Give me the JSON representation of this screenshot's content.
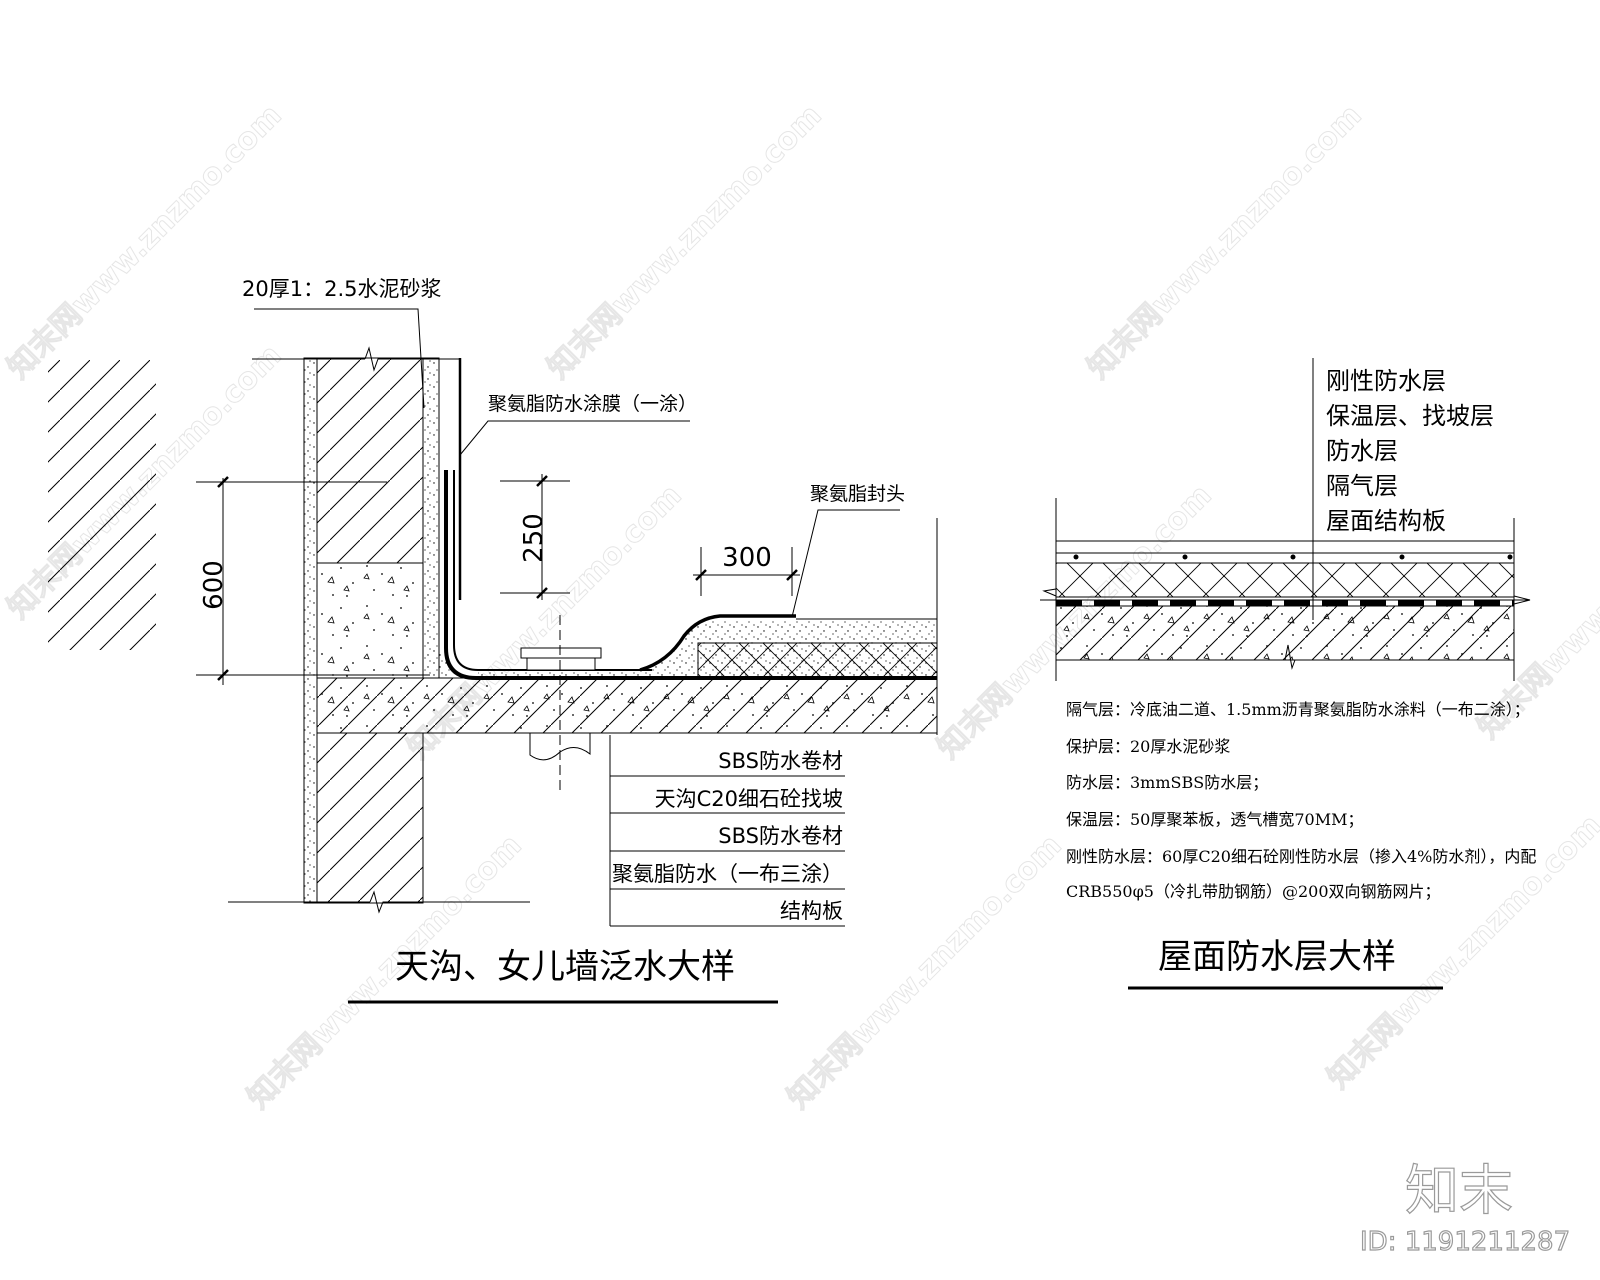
{
  "watermark": {
    "text": "知末网www.znzmo.com",
    "logo": "知末",
    "id_label": "ID: 1191211287"
  },
  "detail_left": {
    "title": "天沟、女儿墙泛水大样",
    "callouts": {
      "mortar": "20厚1：2.5水泥砂浆",
      "coating": "聚氨脂防水涂膜（一涂）",
      "seal": "聚氨脂封头"
    },
    "dimensions": {
      "height_600": "600",
      "height_250": "250",
      "width_300": "300"
    },
    "layers": [
      "SBS防水卷材",
      "天沟C20细石砼找坡",
      "SBS防水卷材",
      "聚氨脂防水（一布三涂）",
      "结构板"
    ]
  },
  "detail_right": {
    "title": "屋面防水层大样",
    "layer_labels": [
      "刚性防水层",
      "保温层、找坡层",
      "防水层",
      "隔气层",
      "屋面结构板"
    ],
    "notes": [
      "隔气层：冷底油二道、1.5mm沥青聚氨脂防水涂料（一布二涂）；",
      "保护层：20厚水泥砂浆",
      "防水层：3mmSBS防水层；",
      "保温层：50厚聚苯板，透气槽宽70MM；",
      "刚性防水层：60厚C20细石砼刚性防水层（掺入4%防水剂），内配",
      "CRB550φ5（冷扎带肋钢筋）@200双向钢筋网片；"
    ]
  },
  "colors": {
    "line": "#000000",
    "background": "#ffffff",
    "watermark": "#e6e6e6",
    "logo_outline": "#9a9a9a"
  }
}
